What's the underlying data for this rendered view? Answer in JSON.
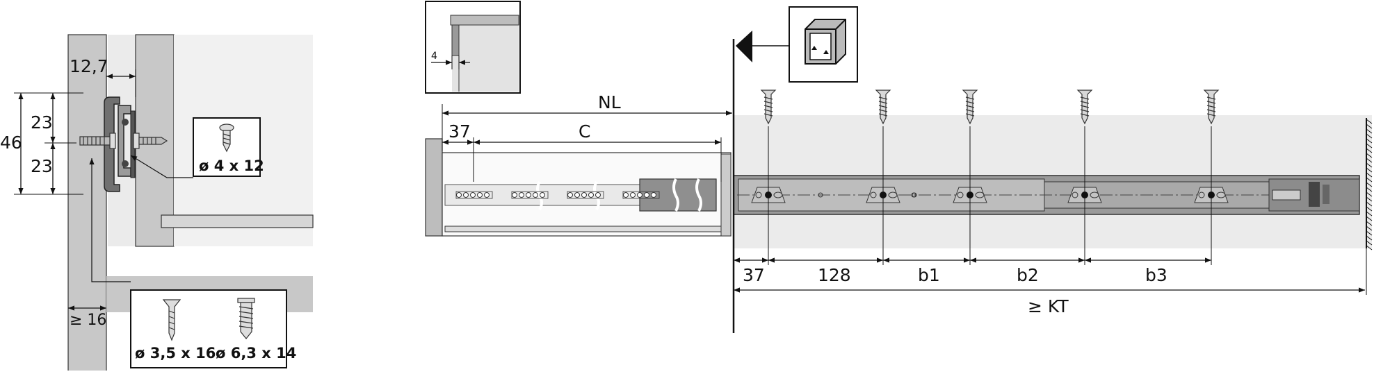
{
  "colors": {
    "panel": "#c8c8c8",
    "panel_light": "#eeeeee",
    "cabinet_bg": "#ebebeb",
    "rail": "#9a9a9a",
    "rail_dark": "#555555",
    "line": "#111111"
  },
  "left_view": {
    "dim_12_7": "12,7",
    "dim_46": "46",
    "dim_23_top": "23",
    "dim_23_bottom": "23",
    "dim_ge16": "≥ 16",
    "screw_label_top": "ø 4 x 12",
    "screw_label_bottom_1": "ø 3,5 x 16",
    "screw_label_bottom_2": "ø 6,3 x 14",
    "icons": [
      "wood-screw-icon",
      "countersunk-screw-icon",
      "euro-screw-icon"
    ]
  },
  "detail_inset": {
    "dim_4": "4"
  },
  "main_view": {
    "dim_NL": "NL",
    "dim_37_top": "37",
    "dim_C": "C",
    "dim_37_bottom": "37",
    "dim_128": "128",
    "dim_b1": "b1",
    "dim_b2": "b2",
    "dim_b3": "b3",
    "dim_KT": "≥ KT",
    "icons": [
      "front-stop-triangle-icon",
      "cabinet-icon",
      "screw-icon"
    ]
  }
}
